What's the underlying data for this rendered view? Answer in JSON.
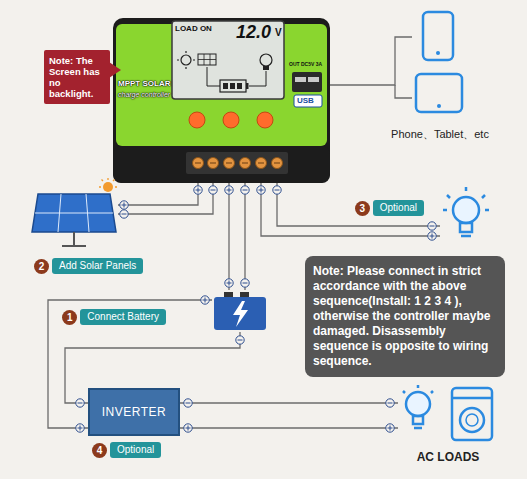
{
  "diagram": {
    "nodes": [
      {
        "text": [
          "LOAD ON",
          "12.0",
          "V",
          "MPPT SOLAR",
          "charge controller",
          "OUT DC5V 3A",
          "USB"
        ]
      },
      {
        "text": [
          "Note: The Screen has no backlight."
        ]
      },
      {
        "text": [
          "Phone、Tablet、etc"
        ]
      },
      {
        "text": [
          "2",
          "Add Solar Panels"
        ]
      },
      {
        "text": [
          "3",
          "Optional"
        ]
      },
      {
        "text": [
          "1",
          "Connect Battery"
        ]
      },
      {
        "text": [
          "Note: Please connect in strict accordance with the above sequence(Install: 1 2 3 4 ), otherwise the controller maybe damaged. Disassembly sequence is opposite to wiring sequence."
        ]
      },
      {
        "text": [
          "INVERTER",
          "4",
          "Optional"
        ]
      },
      {
        "text": [
          "AC LOADS"
        ]
      }
    ],
    "edges": [
      {
        "from": 0,
        "to": 2,
        "arrow": "none"
      },
      {
        "from": 0,
        "to": 3,
        "arrow": "none"
      },
      {
        "from": 0,
        "to": 4,
        "arrow": "none"
      },
      {
        "from": 0,
        "to": 5,
        "arrow": "none"
      },
      {
        "from": 5,
        "to": 7,
        "arrow": "none"
      },
      {
        "from": 7,
        "to": 8,
        "arrow": "none"
      }
    ]
  }
}
